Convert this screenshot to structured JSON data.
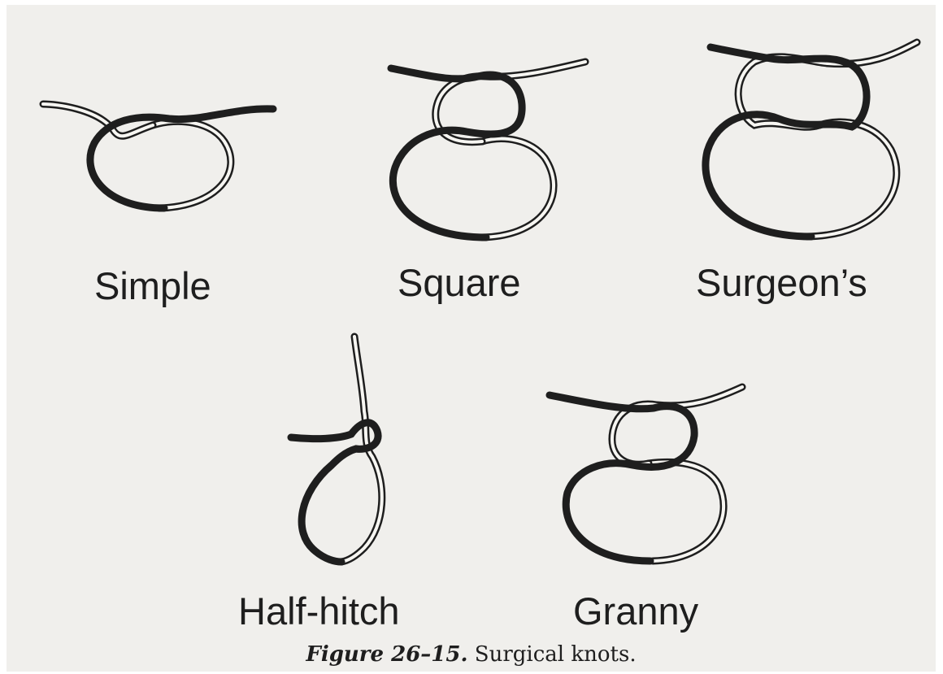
{
  "knots": {
    "simple": "Simple",
    "square": "Square",
    "surgeons": "Surgeon’s",
    "half_hitch": "Half-hitch",
    "granny": "Granny"
  },
  "caption": {
    "figure_number": "Figure 26–15.",
    "text": "Surgical knots."
  },
  "colors": {
    "background": "#f0efec",
    "dark_strand": "#1e1e1e",
    "light_strand": "#f7f6f2"
  }
}
